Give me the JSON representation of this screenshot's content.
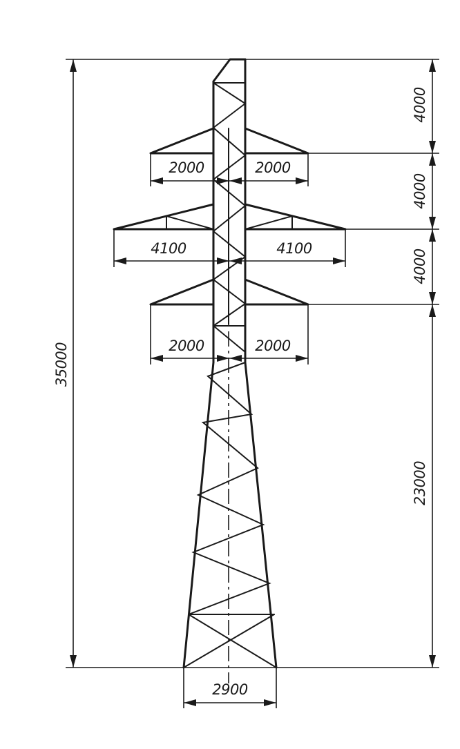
{
  "drawing": {
    "total_height": "35000",
    "segment_heights": [
      "4000",
      "4000",
      "4000",
      "23000"
    ],
    "upper_arms": [
      "2000",
      "2000"
    ],
    "middle_arms": [
      "4100",
      "4100"
    ],
    "lower_arms": [
      "2000",
      "2000"
    ],
    "base_width": "2900"
  }
}
